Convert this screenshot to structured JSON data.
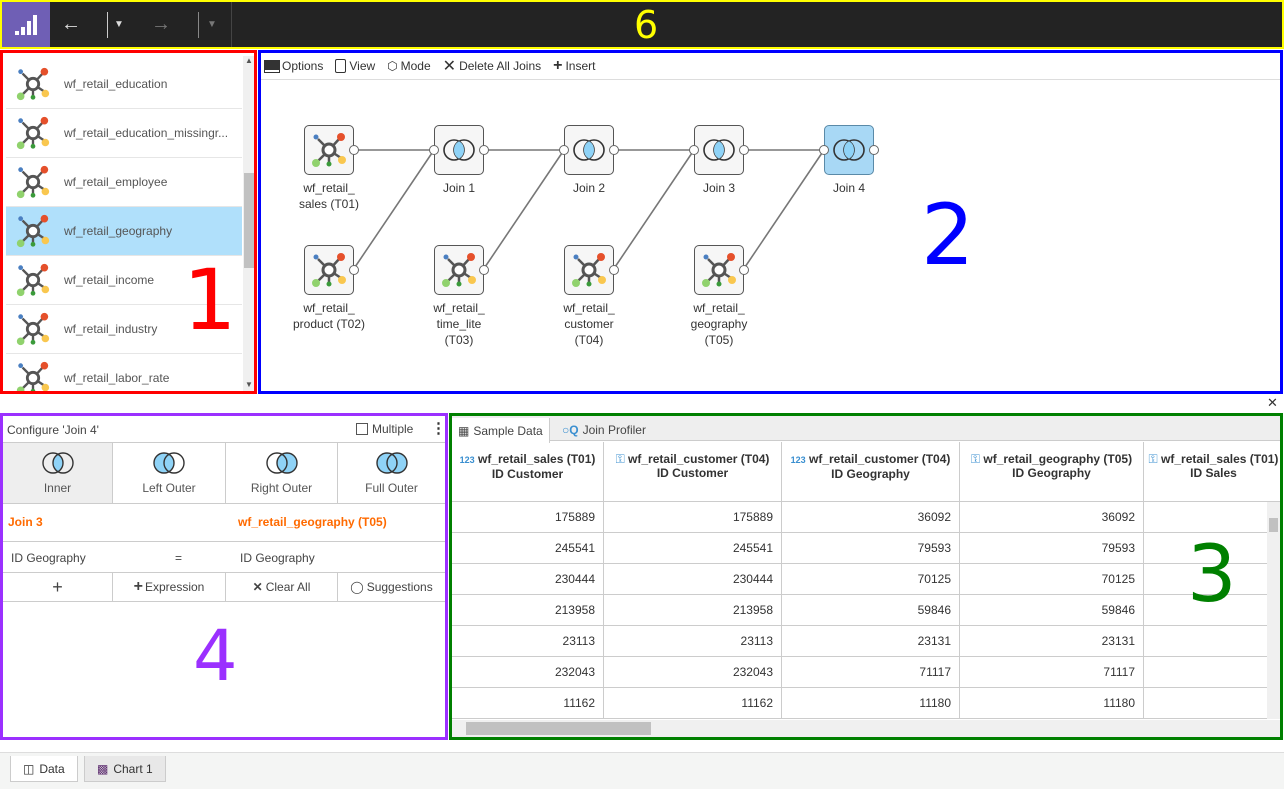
{
  "toolbar_top": {
    "back_icon": "arrow-left",
    "forward_icon": "arrow-right"
  },
  "sidebar": {
    "items": [
      {
        "label": "wf_retail_education"
      },
      {
        "label": "wf_retail_education_missingr..."
      },
      {
        "label": "wf_retail_employee"
      },
      {
        "label": "wf_retail_geography",
        "selected": true
      },
      {
        "label": "wf_retail_income"
      },
      {
        "label": "wf_retail_industry"
      },
      {
        "label": "wf_retail_labor_rate"
      }
    ]
  },
  "canvas": {
    "toolbar": [
      "Options",
      "View",
      "Mode",
      "Delete All Joins",
      "Insert"
    ],
    "nodes": [
      {
        "id": "t01",
        "type": "table",
        "label": "wf_retail_\nsales (T01)"
      },
      {
        "id": "j1",
        "type": "join",
        "label": "Join 1"
      },
      {
        "id": "j2",
        "type": "join",
        "label": "Join 2"
      },
      {
        "id": "j3",
        "type": "join",
        "label": "Join 3"
      },
      {
        "id": "j4",
        "type": "join",
        "label": "Join 4",
        "active": true
      },
      {
        "id": "t02",
        "type": "table",
        "label": "wf_retail_\nproduct (T02)"
      },
      {
        "id": "t03",
        "type": "table",
        "label": "wf_retail_\ntime_lite\n(T03)"
      },
      {
        "id": "t04",
        "type": "table",
        "label": "wf_retail_\ncustomer\n(T04)"
      },
      {
        "id": "t05",
        "type": "table",
        "label": "wf_retail_\ngeography\n(T05)"
      }
    ],
    "links": [
      [
        "t01",
        "j1"
      ],
      [
        "t02",
        "j1"
      ],
      [
        "j1",
        "j2"
      ],
      [
        "t03",
        "j2"
      ],
      [
        "j2",
        "j3"
      ],
      [
        "t04",
        "j3"
      ],
      [
        "j3",
        "j4"
      ],
      [
        "t05",
        "j4"
      ]
    ]
  },
  "config": {
    "title": "Configure 'Join 4'",
    "multiple_label": "Multiple",
    "join_types": [
      "Inner",
      "Left Outer",
      "Right Outer",
      "Full Outer"
    ],
    "selected_join": "Inner",
    "left_source": "Join 3",
    "right_source": "wf_retail_geography (T05)",
    "condition": {
      "left": "ID Geography",
      "op": "=",
      "right": "ID Geography"
    },
    "actions": {
      "add": "+",
      "expression": "Expression",
      "clear": "Clear All",
      "suggestions": "Suggestions"
    }
  },
  "data_panel": {
    "tabs": [
      "Sample Data",
      "Join Profiler"
    ],
    "columns": [
      {
        "table": "wf_retail_sales (T01)",
        "field": "ID Customer",
        "icon": "numeric"
      },
      {
        "table": "wf_retail_customer (T04)",
        "field": "ID Customer",
        "icon": "key"
      },
      {
        "table": "wf_retail_customer (T04)",
        "field": "ID Geography",
        "icon": "numeric"
      },
      {
        "table": "wf_retail_geography (T05)",
        "field": "ID Geography",
        "icon": "key"
      },
      {
        "table": "wf_retail_sales (T01)",
        "field": "ID Sales",
        "icon": "key"
      }
    ],
    "rows": [
      [
        "175889",
        "175889",
        "36092",
        "36092",
        ""
      ],
      [
        "245541",
        "245541",
        "79593",
        "79593",
        ""
      ],
      [
        "230444",
        "230444",
        "70125",
        "70125",
        ""
      ],
      [
        "213958",
        "213958",
        "59846",
        "59846",
        ""
      ],
      [
        "23113",
        "23113",
        "23131",
        "23131",
        ""
      ],
      [
        "232043",
        "232043",
        "71117",
        "71117",
        ""
      ],
      [
        "11162",
        "11162",
        "11180",
        "11180",
        ""
      ]
    ]
  },
  "bottom_tabs": [
    "Data",
    "Chart 1"
  ],
  "annotations": {
    "sidebar": "1",
    "canvas": "2",
    "data": "3",
    "config": "4",
    "topbar": "6"
  },
  "colors": {
    "accent": "#6f5fb5",
    "selected": "#b0e0fb",
    "orange": "#ff6a00",
    "join_fill": "#8fd3f7"
  }
}
